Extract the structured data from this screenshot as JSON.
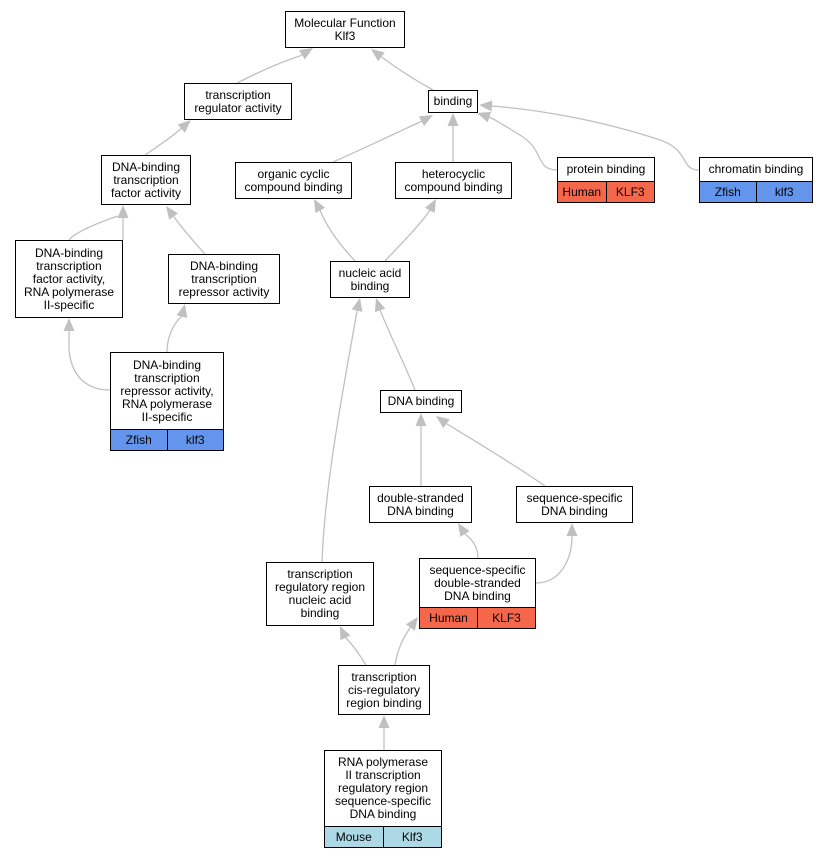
{
  "colors": {
    "edge": "#c0c0c0",
    "human": "#f5674b",
    "zfish": "#6495ed",
    "mouse": "#add8e6"
  },
  "nodes": {
    "root": {
      "label": "Molecular Function\nKlf3"
    },
    "tra": {
      "label": "transcription\nregulator activity"
    },
    "binding": {
      "label": "binding"
    },
    "dbtfa": {
      "label": "DNA-binding\ntranscription\nfactor activity"
    },
    "occb": {
      "label": "organic cyclic\ncompound binding"
    },
    "hccb": {
      "label": "heterocyclic\ncompound binding"
    },
    "pb": {
      "label": "protein binding",
      "tags": [
        {
          "species": "Human",
          "gene": "KLF3",
          "color": "human"
        }
      ]
    },
    "chb": {
      "label": "chromatin binding",
      "tags": [
        {
          "species": "Zfish",
          "gene": "klf3",
          "color": "zfish"
        }
      ]
    },
    "dbtfa2": {
      "label": "DNA-binding\ntranscription\nfactor activity,\nRNA polymerase\nII-specific"
    },
    "dbtra": {
      "label": "DNA-binding\ntranscription\nrepressor activity"
    },
    "nab": {
      "label": "nucleic acid\nbinding"
    },
    "dbtra2": {
      "label": "DNA-binding\ntranscription\nrepressor activity,\nRNA polymerase\nII-specific",
      "tags": [
        {
          "species": "Zfish",
          "gene": "klf3",
          "color": "zfish"
        }
      ]
    },
    "dnab": {
      "label": "DNA binding"
    },
    "dsdb": {
      "label": "double-stranded\nDNA binding"
    },
    "ssdb": {
      "label": "sequence-specific\nDNA binding"
    },
    "trrnab": {
      "label": "transcription\nregulatory region\nnucleic acid\nbinding"
    },
    "ssdsdb": {
      "label": "sequence-specific\ndouble-stranded\nDNA binding",
      "tags": [
        {
          "species": "Human",
          "gene": "KLF3",
          "color": "human"
        }
      ]
    },
    "tcrrb": {
      "label": "transcription\ncis-regulatory\nregion binding"
    },
    "rnap": {
      "label": "RNA polymerase\nII transcription\nregulatory region\nsequence-specific\nDNA binding",
      "tags": [
        {
          "species": "Mouse",
          "gene": "Klf3",
          "color": "mouse"
        }
      ]
    }
  }
}
